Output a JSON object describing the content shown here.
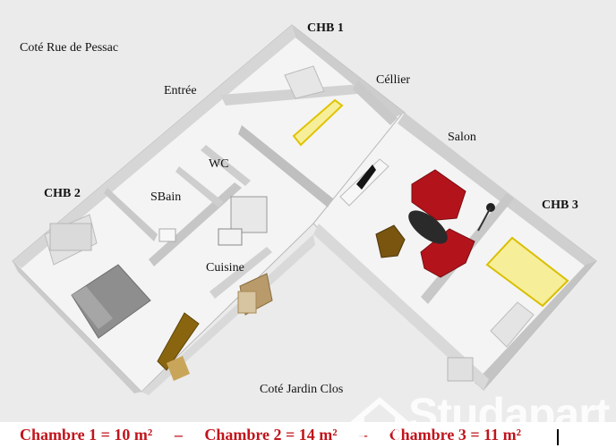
{
  "labels": {
    "street": "Coté Rue de Pessac",
    "chb1": "CHB 1",
    "entree": "Entrée",
    "cellier": "Céllier",
    "salon": "Salon",
    "wc": "WC",
    "chb2": "CHB 2",
    "chb3": "CHB 3",
    "sbain": "SBain",
    "cuisine": "Cuisine",
    "garden": "Coté Jardin Clos"
  },
  "footer": {
    "ch1": "Chambre 1 = 10 m²",
    "sep1": "–",
    "ch2": "Chambre 2 = 14 m²",
    "sep2": "–",
    "ch3": "Chambre 3 = 11 m²"
  },
  "watermark": "Studapart",
  "colors": {
    "background": "#ebebeb",
    "floor": "#f4f4f4",
    "wall": "#d3d3d3",
    "sofa": "#b3141b",
    "bed_yellow": "#f7ee9a",
    "footer_text": "#c0141b"
  }
}
